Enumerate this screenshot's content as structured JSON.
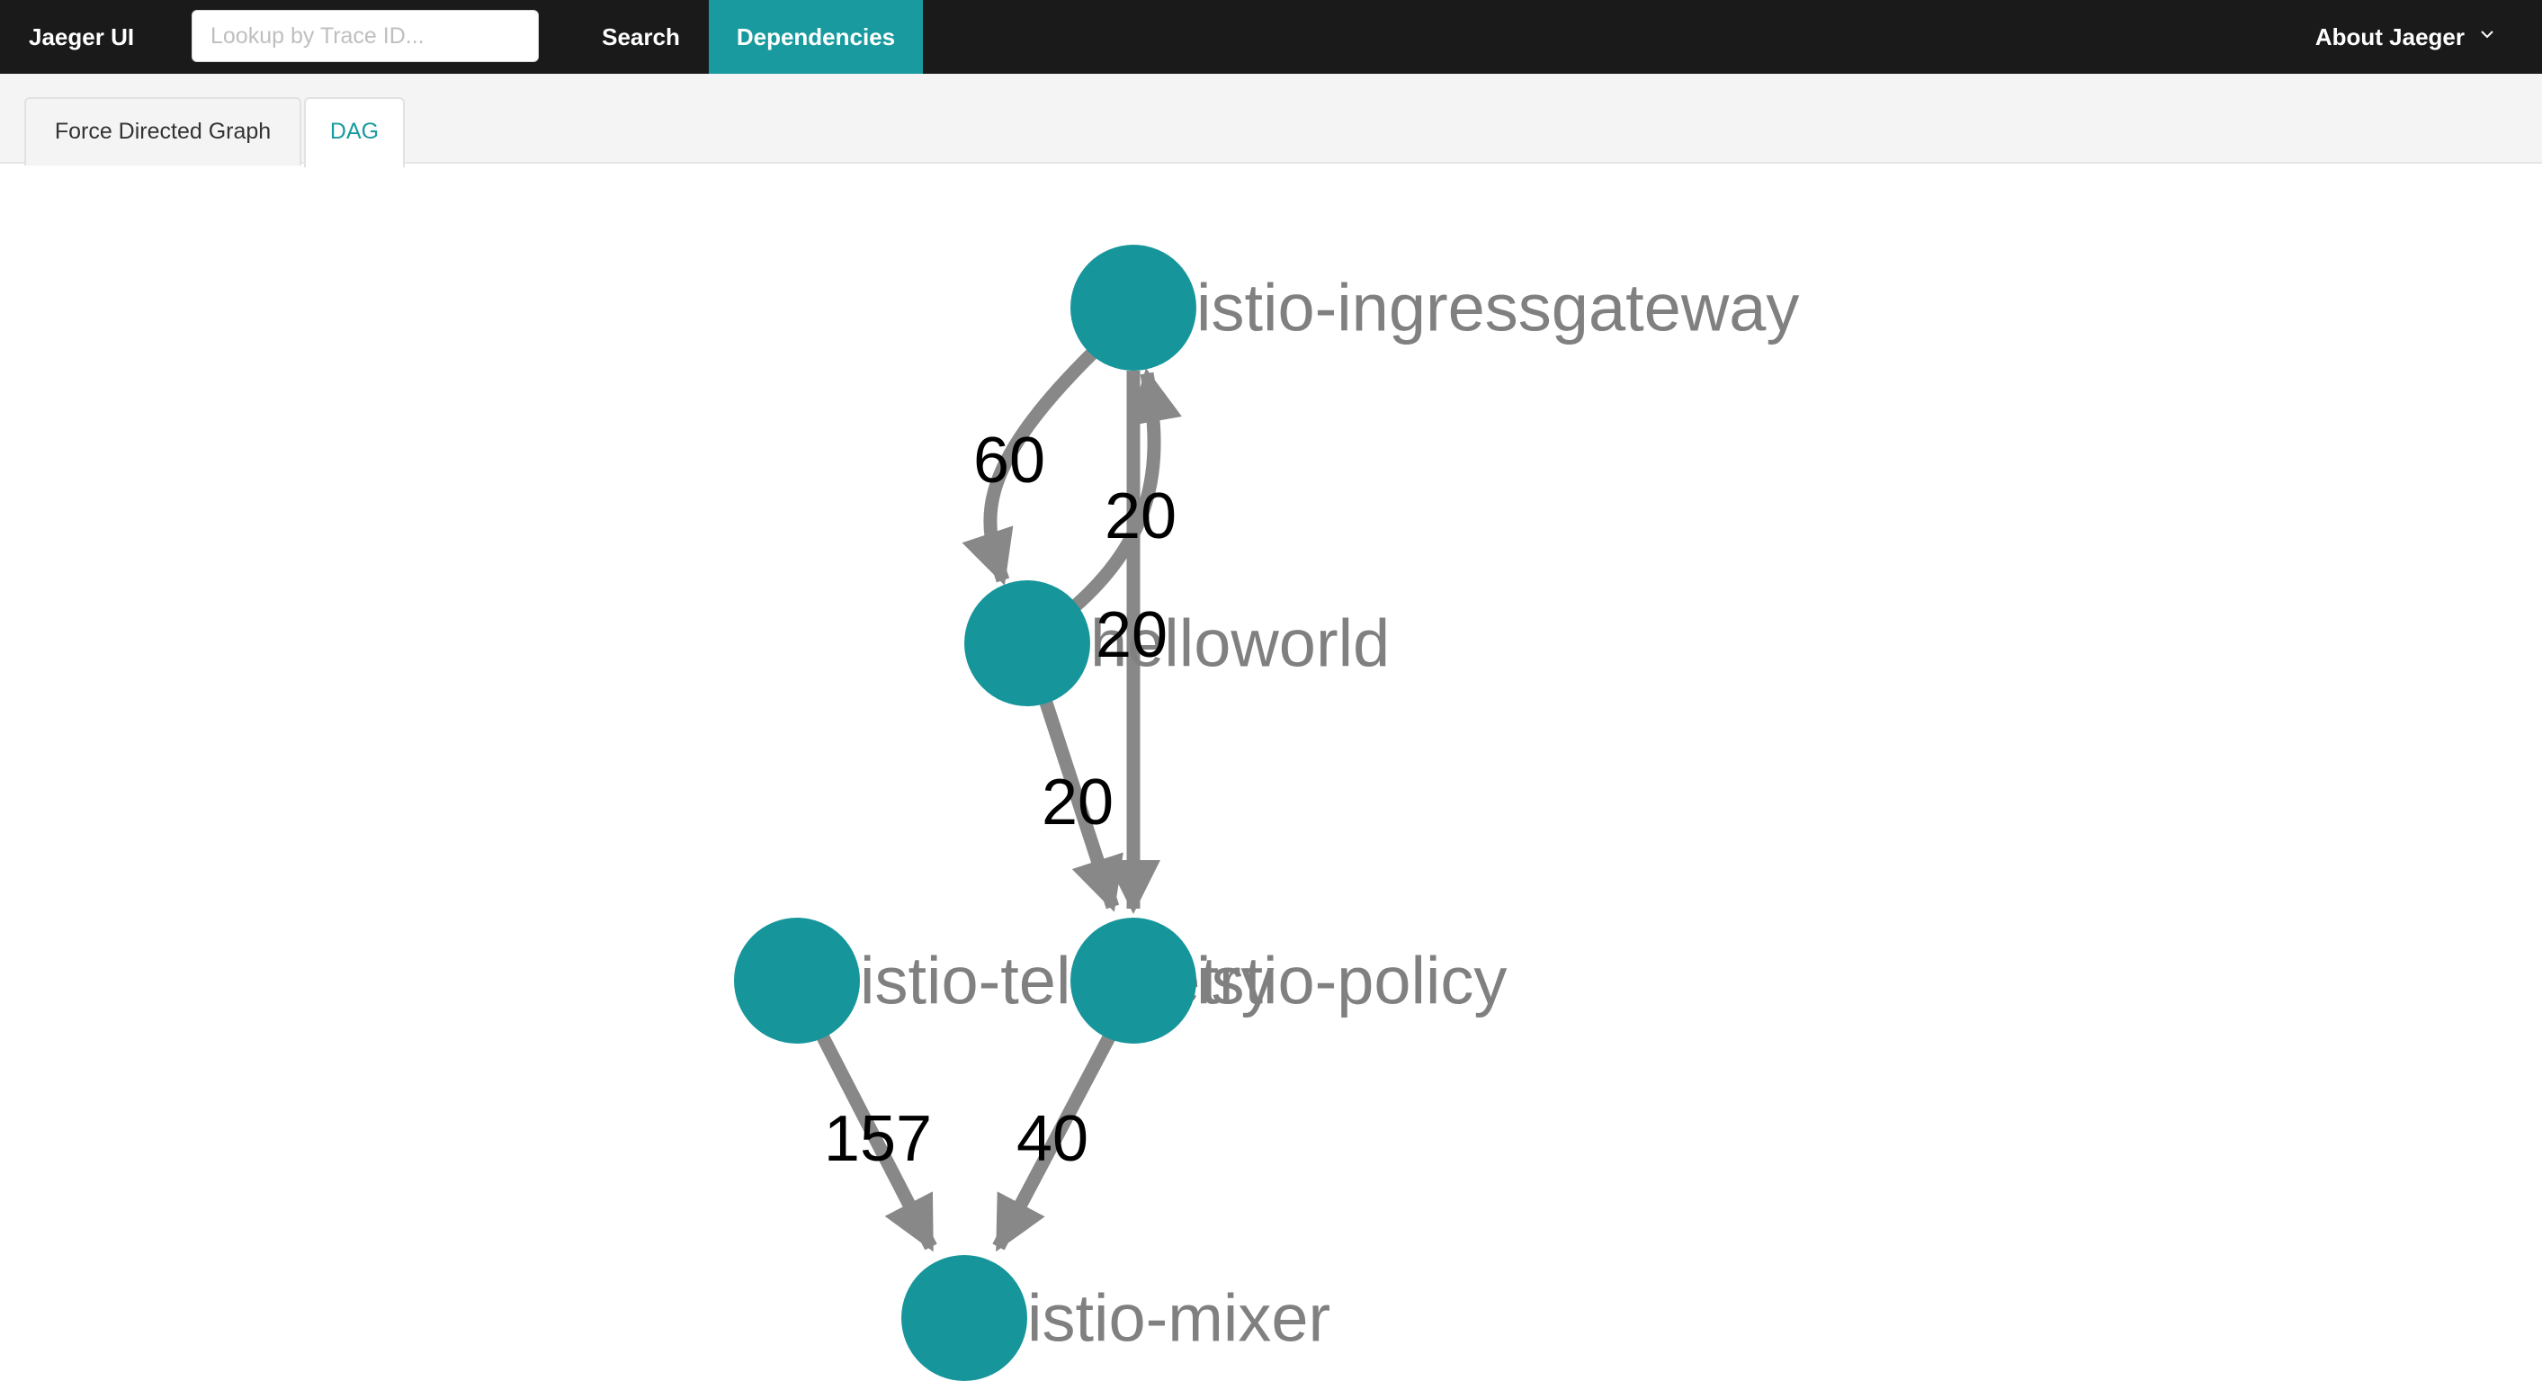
{
  "nav": {
    "brand": "Jaeger UI",
    "lookup_placeholder": "Lookup by Trace ID...",
    "search_label": "Search",
    "dependencies_label": "Dependencies",
    "about_label": "About Jaeger",
    "about_icon": "chevron-down-icon"
  },
  "tabs": [
    {
      "label": "Force Directed Graph",
      "active": false
    },
    {
      "label": "DAG",
      "active": true
    }
  ],
  "colors": {
    "accent": "#199a9f",
    "node": "#16969b",
    "edge": "#888888",
    "node_label": "#808080",
    "edge_label": "#000000",
    "nav_bg": "#1a1a1a"
  },
  "graph": {
    "nodes": [
      {
        "id": "ingress",
        "label": "istio-ingressgateway"
      },
      {
        "id": "helloworld",
        "label": "helloworld"
      },
      {
        "id": "telemetry",
        "label": "istio-telemetry"
      },
      {
        "id": "policy",
        "label": "istio-policy"
      },
      {
        "id": "mixer",
        "label": "istio-mixer"
      }
    ],
    "edges": [
      {
        "from": "ingress",
        "to": "helloworld",
        "label": "60"
      },
      {
        "from": "helloworld",
        "to": "ingress",
        "label": "20"
      },
      {
        "from": "ingress",
        "to": "policy",
        "label": "20"
      },
      {
        "from": "helloworld",
        "to": "policy",
        "label": "20"
      },
      {
        "from": "telemetry",
        "to": "mixer",
        "label": "157"
      },
      {
        "from": "policy",
        "to": "mixer",
        "label": "40"
      }
    ]
  }
}
